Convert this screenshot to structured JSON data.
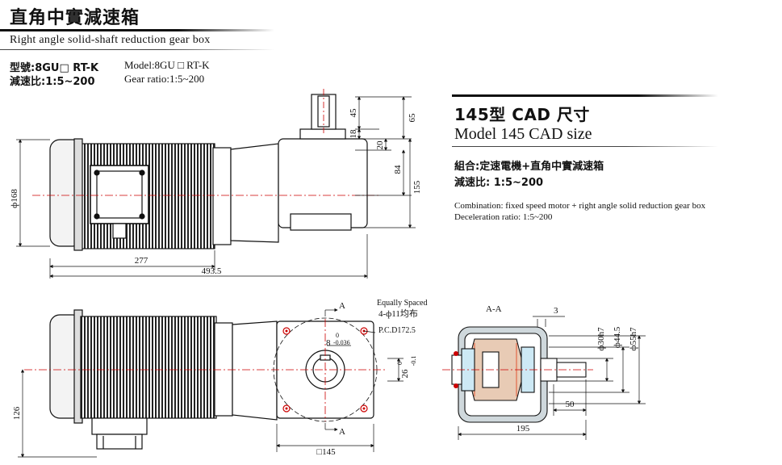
{
  "header": {
    "title_cn": "直角中實減速箱",
    "title_en": "Right angle solid-shaft reduction gear box"
  },
  "spec": {
    "model_cn": "型號:8GU□ RT-K",
    "ratio_cn": "減速比:1:5~200",
    "model_en": "Model:8GU □  RT-K",
    "ratio_en": "Gear ratio:1:5~200"
  },
  "panel": {
    "title_cn": "145型 CAD 尺寸",
    "title_en": "Model 145 CAD size",
    "combo_cn": "組合:定速電機+直角中實減速箱",
    "ratio_cn": "減速比: 1:5~200",
    "combo_en": "Combination: fixed speed motor + right angle solid reduction gear box",
    "ratio_en": "Deceleration ratio: 1:5~200"
  },
  "dims": {
    "d168": "ф168",
    "d277": "277",
    "d4935": "493.5",
    "d45": "45",
    "d18": "18",
    "d65": "65",
    "d20": "20",
    "d84": "84",
    "d155": "155",
    "d126": "126",
    "d145": "□145",
    "equally": "Equally Spaced",
    "holes": "4-ф11均布",
    "pcd": "P.C.D172.5",
    "key": "8",
    "key_tol_hi": "0",
    "key_tol_lo": "-0.036",
    "d26": "26",
    "d26_hi": "0",
    "d26_lo": "-0.1",
    "sec_a_top": "A",
    "sec_a_bot": "A",
    "sec_label": "A-A",
    "d3": "3",
    "d30h7": "ф30h7",
    "d445": "ф44.5",
    "d55h7": "ф55h7",
    "d50": "50",
    "d195": "195"
  }
}
